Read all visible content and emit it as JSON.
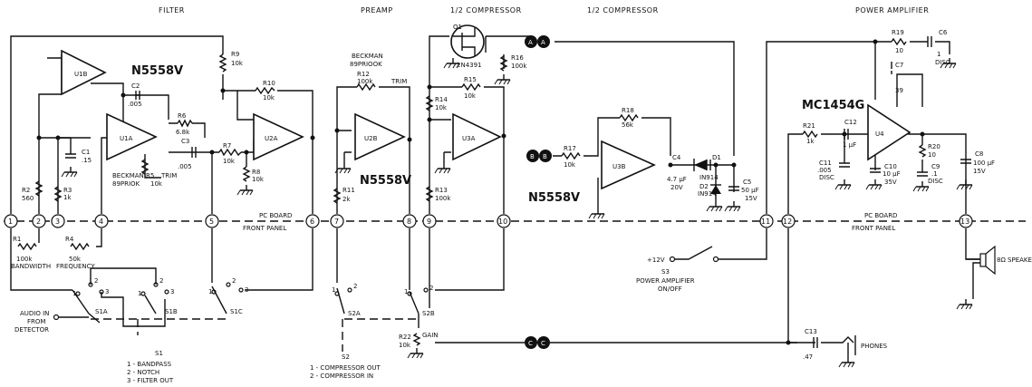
{
  "sections": {
    "filter": "FILTER",
    "preamp": "PREAMP",
    "comp1": "1/2 COMPRESSOR",
    "comp2": "1/2 COMPRESSOR",
    "power": "POWER AMPLIFIER"
  },
  "chips": {
    "filter": "N5558V",
    "preamp": "N5558V",
    "comp": "N5558V",
    "power": "MC1454G"
  },
  "opamps": {
    "u1b": "U1B",
    "u1a": "U1A",
    "u2a": "U2A",
    "u2b": "U2B",
    "u3a": "U3A",
    "u3b": "U3B",
    "u4": "U4"
  },
  "components": {
    "q1": "Q1",
    "q1_part": "2N4391",
    "r1": "R1",
    "r1_val": "100k",
    "r1_func": "BANDWIDTH",
    "r2": "R2",
    "r2_val": "560",
    "r3": "R3",
    "r3_val": "1k",
    "r4": "R4",
    "r4_val": "50k",
    "r4_func": "FREQUENCY",
    "r5": "BECKMAN R5",
    "r5_val": "89PRIOK",
    "r5_val2": "10k",
    "r5_func": "TRIM",
    "r6": "R6",
    "r6_val": "6.8k",
    "r7": "R7",
    "r7_val": "10k",
    "r8": "R8",
    "r8_val": "10k",
    "r9": "R9",
    "r9_val": "10k",
    "r10": "R10",
    "r10_val": "10k",
    "r11": "R11",
    "r11_val": "2k",
    "r12_brand": "BECKMAN",
    "r12_model": "89PRIOOK",
    "r12": "R12",
    "r12_val": "100k",
    "r12_func": "TRIM",
    "r13": "R13",
    "r13_val": "100k",
    "r14": "R14",
    "r14_val": "10k",
    "r15": "R15",
    "r15_val": "10k",
    "r16": "R16",
    "r16_val": "100k",
    "r17": "R17",
    "r17_val": "10k",
    "r18": "R18",
    "r18_val": "56k",
    "r19": "R19",
    "r19_val": "10",
    "r20": "R20",
    "r20_val": "10",
    "r21": "R21",
    "r21_val": "1k",
    "r22": "R22",
    "r22_val": "10k",
    "r22_func": "GAIN",
    "c1": "C1",
    "c1_val": ".15",
    "c2": "C2",
    "c2_val": ".005",
    "c3": "C3",
    "c3_val": ".005",
    "c4": "C4",
    "c4_val": "4.7 µF",
    "c4_v": "20V",
    "c5": "C5",
    "c5_val": "50 µF",
    "c5_v": "15V",
    "c6": "C6",
    "c6_val": "1",
    "c6_type": "DISC",
    "c7": "C7",
    "c7_val": "39",
    "c8": "C8",
    "c8_val": "100 µF",
    "c8_v": "15V",
    "c9": "C9",
    "c9_val": ".1",
    "c9_type": "DISC",
    "c10": "C10",
    "c10_val": "10 µF",
    "c10_v": "35V",
    "c11": "C11",
    "c11_val": ".005",
    "c11_type": "DISC",
    "c12": "C12",
    "c12_val": "1 µF",
    "c13": "C13",
    "c13_val": ".47",
    "d1": "D1",
    "d1_part": "IN914",
    "d2": "D2",
    "d2_part": "IN914",
    "s1a": "S1A",
    "s1b": "S1B",
    "s1c": "S1C",
    "s2a": "S2A",
    "s2b": "S2B",
    "s3": "S3",
    "s3_func": "POWER AMPLIFIER",
    "s3_func2": "ON/OFF"
  },
  "pads": [
    "1",
    "2",
    "3",
    "4",
    "5",
    "6",
    "7",
    "8",
    "9",
    "10",
    "11",
    "12",
    "13"
  ],
  "connectors": {
    "a": "A",
    "b": "B",
    "c": "C"
  },
  "labels": {
    "pc_board_1": "PC BOARD",
    "front_panel_1": "FRONT PANEL",
    "pc_board_2": "PC BOARD",
    "front_panel_2": "FRONT PANEL",
    "audio_in_1": "AUDIO IN",
    "audio_in_2": "FROM",
    "audio_in_3": "DETECTOR",
    "s1": "S1",
    "s1_legend_1": "1 - BANDPASS",
    "s1_legend_2": "2 - NOTCH",
    "s1_legend_3": "3 - FILTER OUT",
    "s2": "S2",
    "s2_legend_1": "1 - COMPRESSOR OUT",
    "s2_legend_2": "2 - COMPRESSOR IN",
    "plus12v": "+12V",
    "phones": "PHONES",
    "speaker": "8Ω SPEAKER"
  },
  "sw_pos": [
    "1",
    "2",
    "3"
  ]
}
